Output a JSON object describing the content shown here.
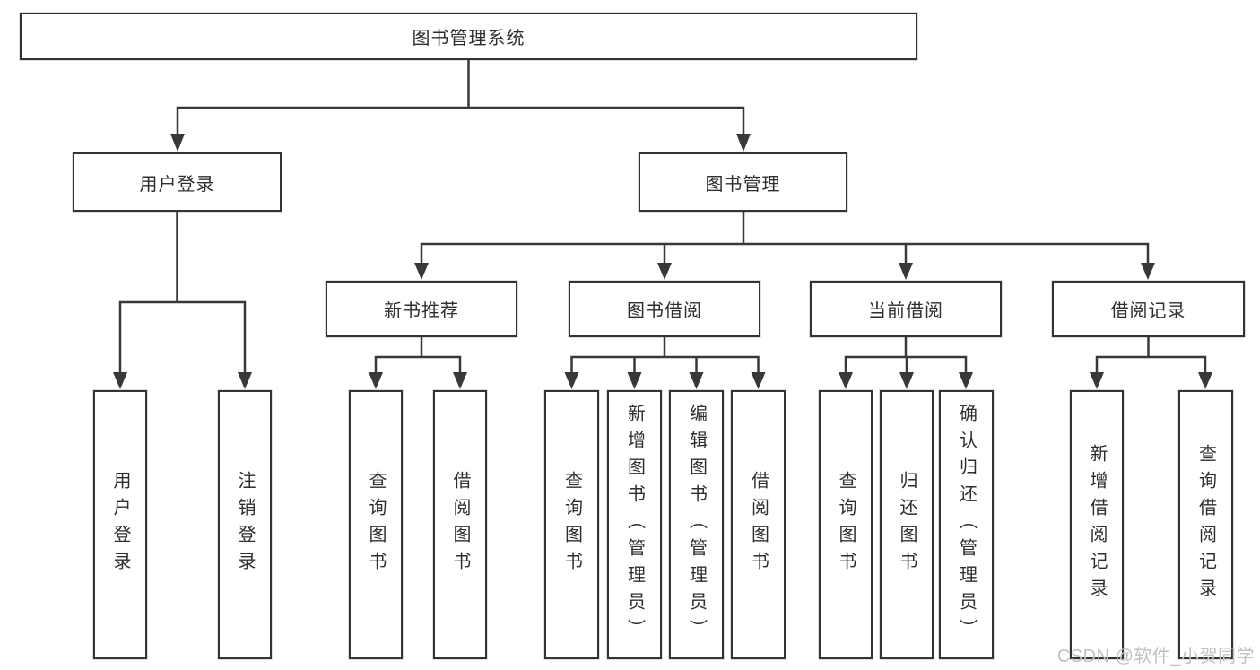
{
  "diagram": {
    "root": "图书管理系统",
    "level1": {
      "user_login": "用户登录",
      "book_management": "图书管理"
    },
    "level2": {
      "new_book_recommend": "新书推荐",
      "book_borrowing": "图书借阅",
      "current_borrowing": "当前借阅",
      "borrowing_records": "借阅记录"
    },
    "leaves": {
      "user_login": "用户登录",
      "logout": "注销登录",
      "recommend_query_books": "查询图书",
      "recommend_borrow_books": "借阅图书",
      "borrow_query_books": "查询图书",
      "borrow_add_books": "新增图书（管理员）",
      "borrow_edit_books": "编辑图书（管理员）",
      "borrow_borrow_books": "借阅图书",
      "current_query_books": "查询图书",
      "current_return_books": "归还图书",
      "current_confirm_return": "确认归还（管理员）",
      "records_add_record": "新增借阅记录",
      "records_query_record": "查询借阅记录"
    }
  },
  "watermark": "CSDN @软件_小贺同学",
  "colors": {
    "line": "#383838",
    "box_border": "#333333",
    "box_fill": "#ffffff",
    "text": "#2e2e2e",
    "watermark": "#c2c2c2",
    "background": "#ffffff"
  }
}
